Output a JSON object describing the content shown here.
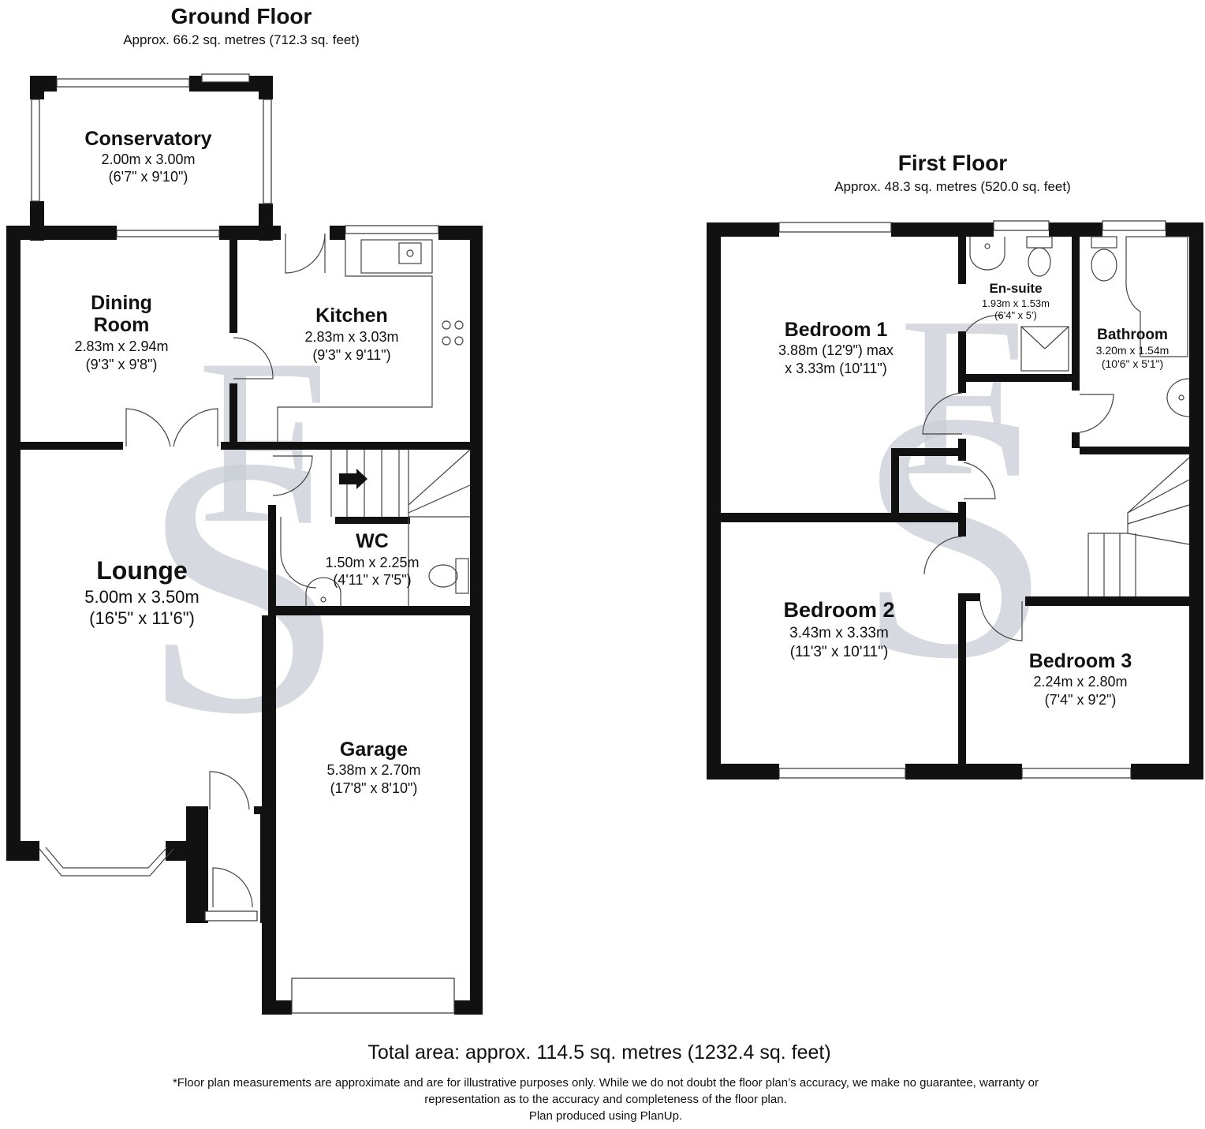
{
  "ground_floor": {
    "title": "Ground Floor",
    "area": "Approx. 66.2 sq. metres (712.3 sq. feet)",
    "rooms": [
      {
        "name": "Conservatory",
        "dims": [
          "2.00m x 3.00m",
          "(6'7\" x 9'10\")"
        ]
      },
      {
        "name": "Dining",
        "name2": "Room",
        "dims": [
          "2.83m x 2.94m",
          "(9'3\" x 9'8\")"
        ]
      },
      {
        "name": "Kitchen",
        "dims": [
          "2.83m x 3.03m",
          "(9'3\" x 9'11\")"
        ]
      },
      {
        "name": "WC",
        "dims": [
          "1.50m x 2.25m",
          "(4'11\" x 7'5\")"
        ]
      },
      {
        "name": "Lounge",
        "dims": [
          "5.00m x 3.50m",
          "(16'5\" x 11'6\")"
        ]
      },
      {
        "name": "Garage",
        "dims": [
          "5.38m x 2.70m",
          "(17'8\" x 8'10\")"
        ]
      }
    ]
  },
  "first_floor": {
    "title": "First Floor",
    "area": "Approx. 48.3 sq. metres (520.0 sq. feet)",
    "rooms": [
      {
        "name": "Bedroom 1",
        "dims": [
          "3.88m (12'9\") max",
          "x 3.33m (10'11\")"
        ]
      },
      {
        "name": "En-suite",
        "dims": [
          "1.93m x 1.53m",
          "(6'4\" x 5')"
        ]
      },
      {
        "name": "Bathroom",
        "dims": [
          "3.20m x 1.54m",
          "(10'6\" x 5'1\")"
        ]
      },
      {
        "name": "Bedroom 2",
        "dims": [
          "3.43m x 3.33m",
          "(11'3\" x 10'11\")"
        ]
      },
      {
        "name": "Bedroom 3",
        "dims": [
          "2.24m x 2.80m",
          "(7'4\" x 9'2\")"
        ]
      }
    ]
  },
  "footer": {
    "total": "Total area: approx. 114.5 sq. metres (1232.4 sq. feet)",
    "disclaimer_1": "*Floor plan measurements are approximate and are for illustrative purposes only. While we do not doubt the floor plan’s accuracy, we make no guarantee, warranty or",
    "disclaimer_2": "representation as to the accuracy and completeness of the floor plan.",
    "credit": "Plan produced using PlanUp."
  },
  "watermark": {
    "letters": [
      "S",
      "F"
    ],
    "color": "#c9ced6"
  },
  "colors": {
    "wall": "#111111",
    "background": "#ffffff"
  }
}
